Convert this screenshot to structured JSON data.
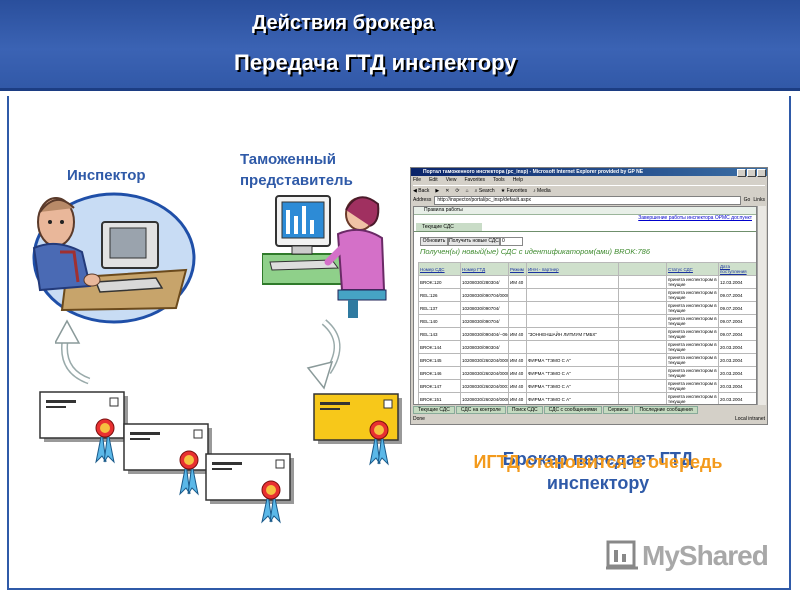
{
  "header": {
    "title": "Действия брокера",
    "subtitle": "Передача ГТД инспектору"
  },
  "labels": {
    "inspector": "Инспектор",
    "representative_line1": "Таможенный",
    "representative_line2": "представитель"
  },
  "overlap_caption": {
    "line_a": "Брокер передает ГТД",
    "line_a_orange": "ИГТД становится в очередь",
    "line_b": "инспектору"
  },
  "logo": {
    "text": "MyShared"
  },
  "browser": {
    "window_title": "Портал таможенного инспектора (pc_insp) - Microsoft Internet Explorer provided by GP NE",
    "menu": [
      "File",
      "Edit",
      "View",
      "Favorites",
      "Tools",
      "Help"
    ],
    "toolbar": [
      "Back",
      "Search",
      "Favorites",
      "Media"
    ],
    "address_label": "Address",
    "address_url": "http://inspector/portal/pc_insp/default.aspx",
    "go_label": "Go",
    "links_label": "Links",
    "top_link_left": "Правила работы",
    "top_link_right": "Завершение работы инспектора ОРМС дог.пункт",
    "section_tab": "Текущие СДС",
    "refresh_button": "Обновить",
    "get_new_button": "Получить новые СДС",
    "count_value": "0",
    "message": "Получен(ы) новый(ые) СДС с идентификатором(ами) BROK:786",
    "table": {
      "headers": [
        "Номер СДС",
        "Номер ГТД",
        "Режим",
        "ИНН - партнер",
        "",
        "Статус СДС",
        "Дата поступления"
      ],
      "rows": [
        [
          "BROK:120",
          "10208030/280304/",
          "ИМ 40",
          "",
          "",
          "принята инспектором в текущие",
          "12.03.2004"
        ],
        [
          "REL:126",
          "10208030/090704/0000000",
          "",
          "",
          "",
          "принята инспектором в текущие",
          "09.07.2004"
        ],
        [
          "REL:137",
          "10208030/090704/",
          "",
          "",
          "",
          "принята инспектором в текущие",
          "09.07.2004"
        ],
        [
          "REL:140",
          "10208030/090704/",
          "",
          "",
          "",
          "принята инспектором в текущие",
          "09.07.2004"
        ],
        [
          "REL:143",
          "10208030/090404/--06--",
          "ИМ 40",
          "\"ЗОННЕНШАЙН ЛИТИУМ ГМБХ\"",
          "",
          "принята инспектором в текущие",
          "09.07.2004"
        ],
        [
          "BROK:144",
          "10208030/090304/",
          "",
          "",
          "",
          "принята инспектором в текущие",
          "20.03.2004"
        ],
        [
          "BROK:145",
          "10208030/260204/0000145",
          "ИМ 40",
          "ФИРМА \"ТЭМО С А\"",
          "",
          "принята инспектором в текущие",
          "20.03.2004"
        ],
        [
          "BROK:146",
          "10208030/260204/0000146",
          "ИМ 40",
          "ФИРМА \"ТЭМО С А\"",
          "",
          "принята инспектором в текущие",
          "20.03.2004"
        ],
        [
          "BROK:147",
          "10208030/260204/0001528",
          "ИМ 40",
          "ФИРМА \"ТЭМО С А\"",
          "",
          "принята инспектором в текущие",
          "20.03.2004"
        ],
        [
          "BROK:151",
          "10208030/260204/0000148",
          "ИМ 40",
          "ФИРМА \"ТЭМО С А\"",
          "",
          "принята инспектором в текущие",
          "20.03.2004"
        ]
      ]
    },
    "bottom_tabs": [
      "Текущие СДС",
      "СДС на контроле",
      "Поиск СДС",
      "СДС с сообщениями",
      "Сервисы",
      "Последние сообщения"
    ],
    "status_left": "Done",
    "status_right": "Local intranet"
  },
  "colors": {
    "header_blue": "#3158a7",
    "label_blue": "#2f5aa8",
    "caption_orange": "#f39a1c",
    "envelope_yellow": "#f7c81a",
    "table_header_green": "#cfe0cc"
  }
}
